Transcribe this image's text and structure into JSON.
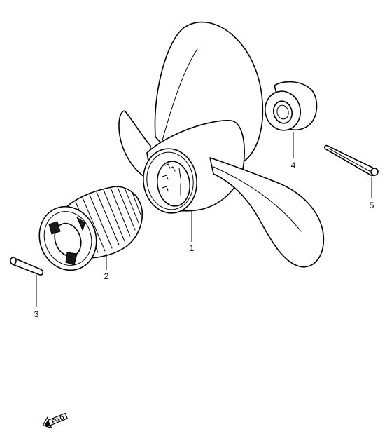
{
  "callouts": [
    {
      "number": "1",
      "part": "propeller"
    },
    {
      "number": "2",
      "part": "bushing"
    },
    {
      "number": "3",
      "part": "pin"
    },
    {
      "number": "4",
      "part": "nut"
    },
    {
      "number": "5",
      "part": "cotter-pin"
    }
  ],
  "direction_marker": {
    "label": "FWD",
    "icon": "arrow-left-icon"
  },
  "colors": {
    "line": "#000000",
    "background": "#ffffff"
  }
}
